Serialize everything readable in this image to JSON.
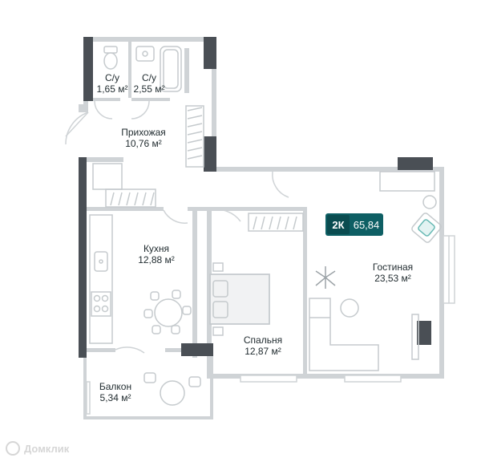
{
  "colors": {
    "wall": "#cfd3d6",
    "wall_dark": "#4a4f55",
    "furniture": "#c5cacd",
    "badge_bg": "#0e5f64",
    "badge_text": "#ffffff",
    "text": "#1f2a2e"
  },
  "badge": {
    "type": "2К",
    "area": "65,84"
  },
  "rooms": {
    "wc1": {
      "name": "С/у",
      "area": "1,65 м²"
    },
    "wc2": {
      "name": "С/у",
      "area": "2,55 м²"
    },
    "hall": {
      "name": "Прихожая",
      "area": "10,76 м²"
    },
    "kitchen": {
      "name": "Кухня",
      "area": "12,88 м²"
    },
    "living": {
      "name": "Гостиная",
      "area": "23,53 м²"
    },
    "bedroom": {
      "name": "Спальня",
      "area": "12,87 м²"
    },
    "balcony": {
      "name": "Балкон",
      "area": "5,34 м²"
    }
  },
  "watermark": "Домклик",
  "icons": [
    "toilet-icon",
    "sink-icon",
    "bathtub-icon",
    "stove-icon",
    "dining-table-icon",
    "bed-icon",
    "sofa-icon",
    "armchair-icon",
    "plant-icon",
    "tv-icon",
    "wardrobe-icon"
  ]
}
